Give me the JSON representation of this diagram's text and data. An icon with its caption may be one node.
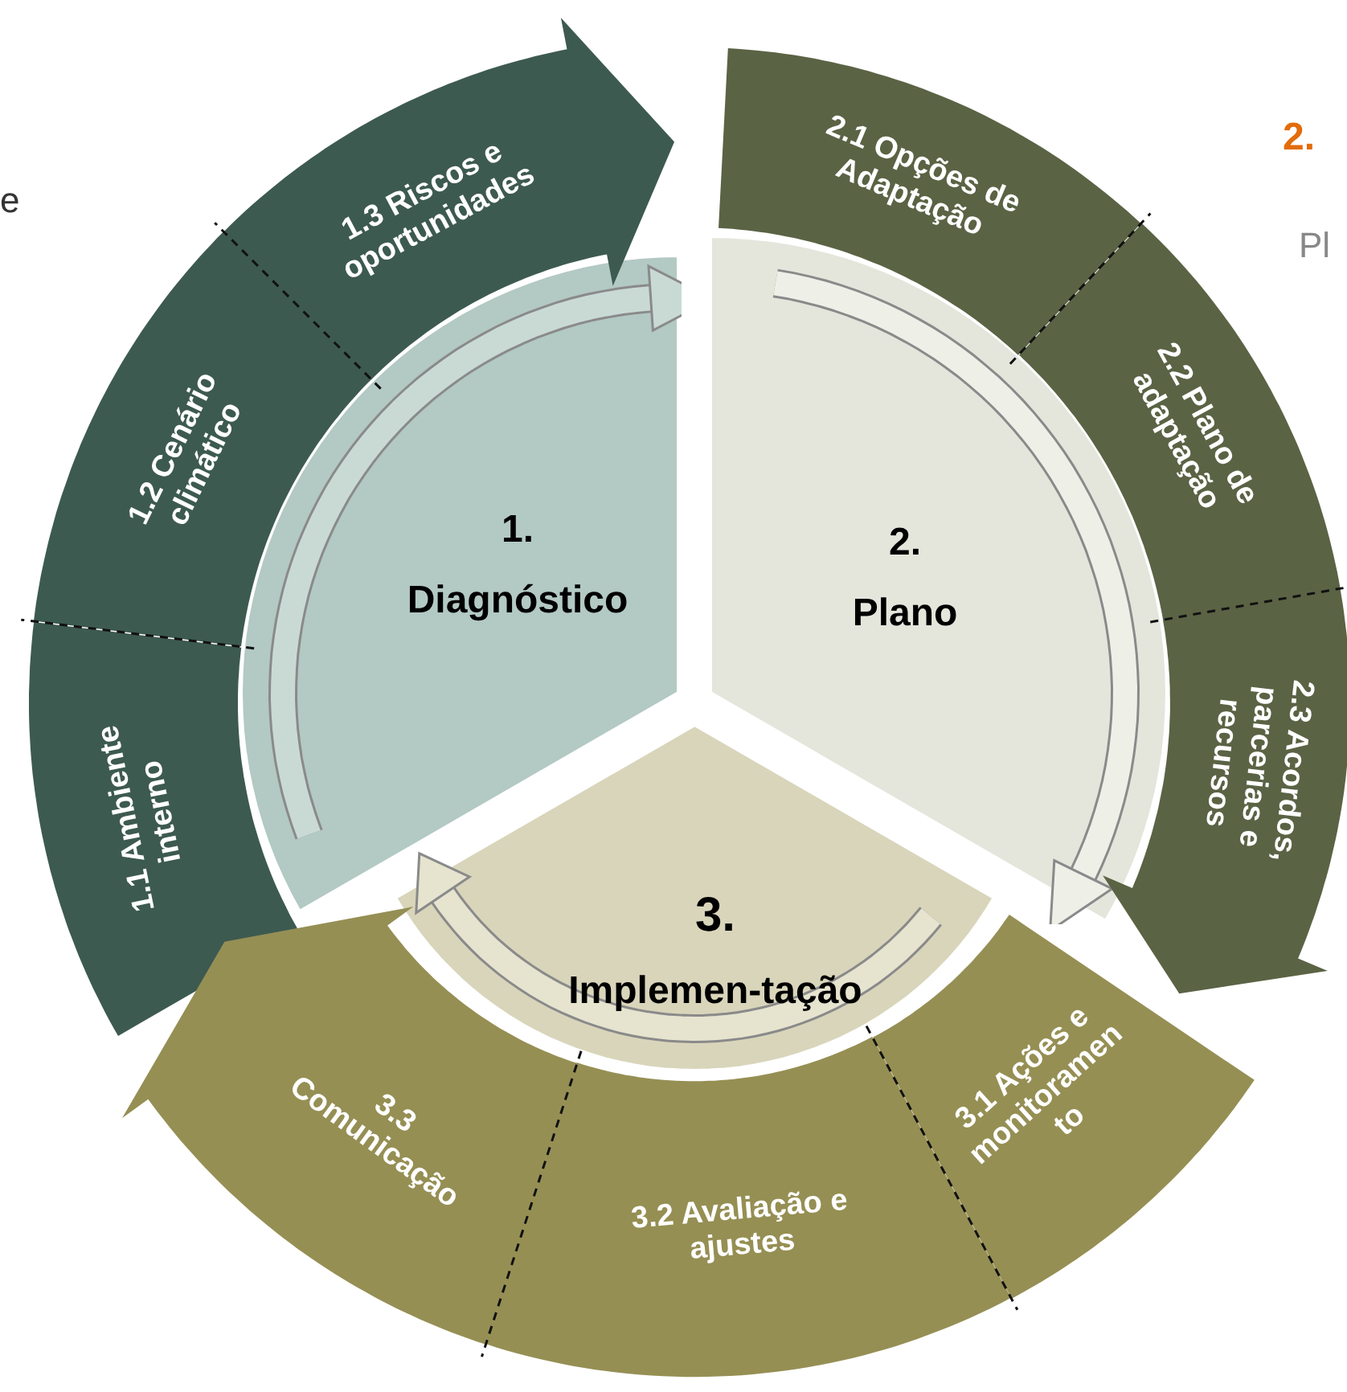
{
  "diagram": {
    "nodes": [
      {
        "text": [
          "1.",
          "Diagnóstico"
        ]
      },
      {
        "text": [
          "1.1 Ambiente interno"
        ]
      },
      {
        "text": [
          "1.2 Cenário climático"
        ]
      },
      {
        "text": [
          "1.3 Riscos e oportunidades"
        ]
      },
      {
        "text": [
          "2.",
          "Plano"
        ]
      },
      {
        "text": [
          "2.1 Opções de Adaptação"
        ]
      },
      {
        "text": [
          "2.2 Plano de adaptação"
        ]
      },
      {
        "text": [
          "2.3 Acordos, parcerias e recursos"
        ]
      },
      {
        "text": [
          "3.",
          "Implemen-tação"
        ]
      },
      {
        "text": [
          "3.1 Ações e monitoramen to"
        ]
      },
      {
        "text": [
          "3.2 Avaliação e ajustes"
        ]
      },
      {
        "text": [
          "3.3 Comunicação"
        ]
      }
    ],
    "labels": [
      "e",
      "2.",
      "Pl"
    ]
  }
}
